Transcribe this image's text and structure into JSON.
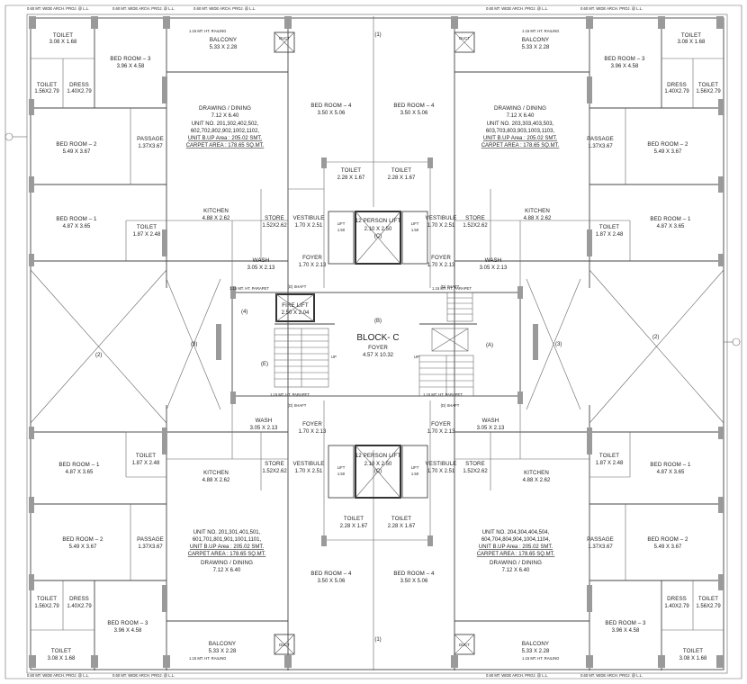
{
  "block": {
    "name": "BLOCK- C",
    "core_label": "FOYER",
    "core_dim": "4.57 X 10.32",
    "core_tag": "(B)"
  },
  "rooms_top_left": {
    "toilet_top": {
      "name": "TOILET",
      "dim": "3.08 X 1.68"
    },
    "bed3": {
      "name": "BED ROOM – 3",
      "dim": "3.96 X 4.58"
    },
    "toilet_side": {
      "name": "TOILET",
      "dim": "1.56X2.79"
    },
    "dress": {
      "name": "DRESS",
      "dim": "1.40X2.79"
    },
    "balcony": {
      "name": "BALCONY",
      "dim": "5.33 X 2.28"
    },
    "drawing": {
      "name": "DRAWING / DINING",
      "dim": "7.12 X 6.40"
    },
    "unit_no": "UNIT NO. 201,302,402,502,",
    "unit_no_2": "602,702,802,902,1002,1102,",
    "builtup": "UNIT B.UP Area : 205.02 SMT.",
    "carpet": "CARPET AREA : 178.65 SQ.MT.",
    "bed2": {
      "name": "BED ROOM – 2",
      "dim": "5.49 X 3.67"
    },
    "passage": {
      "name": "PASSAGE",
      "dim": "1.37X3.67"
    },
    "bed1": {
      "name": "BED ROOM – 1",
      "dim": "4.87 X 3.65"
    },
    "toilet_b1": {
      "name": "TOILET",
      "dim": "1.87 X 2.48"
    },
    "kitchen": {
      "name": "KITCHEN",
      "dim": "4.88 X 2.62"
    },
    "store": {
      "name": "STORE",
      "dim": "1.52X2.62"
    },
    "vestibule": {
      "name": "VESTIBULE",
      "dim": "1.70 X 2.51"
    },
    "wash": {
      "name": "WASH",
      "dim": "3.05 X 2.13"
    },
    "foyer": {
      "name": "FOYER",
      "dim": "1.70 X 2.13"
    },
    "bed4": {
      "name": "BED ROOM – 4",
      "dim": "3.50 X 5.06"
    },
    "toilet_b4": {
      "name": "TOILET",
      "dim": "2.28 X 1.67"
    },
    "duct": "DUCT"
  },
  "rooms_top_right": {
    "toilet_top": {
      "name": "TOILET",
      "dim": "3.08 X 1.68"
    },
    "bed3": {
      "name": "BED ROOM – 3",
      "dim": "3.96 X 4.58"
    },
    "toilet_side": {
      "name": "TOILET",
      "dim": "1.56X2.79"
    },
    "dress": {
      "name": "DRESS",
      "dim": "1.40X2.79"
    },
    "balcony": {
      "name": "BALCONY",
      "dim": "5.33 X 2.28"
    },
    "drawing": {
      "name": "DRAWING / DINING",
      "dim": "7.12 X 6.40"
    },
    "unit_no": "UNIT NO. 203,303,403,503,",
    "unit_no_2": "603,703,803,903,1003,1103,",
    "builtup": "UNIT B.UP Area : 205.02 SMT.",
    "carpet": "CARPET AREA : 178.65 SQ.MT.",
    "bed2": {
      "name": "BED ROOM – 2",
      "dim": "5.49 X 3.67"
    },
    "passage": {
      "name": "PASSAGE",
      "dim": "1.37X3.67"
    },
    "bed1": {
      "name": "BED ROOM – 1",
      "dim": "4.87 X 3.65"
    },
    "toilet_b1": {
      "name": "TOILET",
      "dim": "1.87 X 2.48"
    },
    "kitchen": {
      "name": "KITCHEN",
      "dim": "4.88 X 2.62"
    },
    "store": {
      "name": "STORE",
      "dim": "1.52X2.62"
    },
    "vestibule": {
      "name": "VESTIBULE",
      "dim": "1.70 X 2.51"
    },
    "wash": {
      "name": "WASH",
      "dim": "3.05 X 2.13"
    },
    "foyer": {
      "name": "FOYER",
      "dim": "1.70 X 2.13"
    },
    "bed4": {
      "name": "BED ROOM – 4",
      "dim": "3.50 X 5.06"
    },
    "toilet_b4": {
      "name": "TOILET",
      "dim": "2.28 X 1.67"
    },
    "duct": "DUCT"
  },
  "rooms_bottom_left": {
    "bed1": {
      "name": "BED ROOM – 1",
      "dim": "4.87 X 3.65"
    },
    "toilet_b1": {
      "name": "TOILET",
      "dim": "1.87 X 2.48"
    },
    "kitchen": {
      "name": "KITCHEN",
      "dim": "4.88 X 2.62"
    },
    "store": {
      "name": "STORE",
      "dim": "1.52X2.62"
    },
    "vestibule": {
      "name": "VESTIBULE",
      "dim": "1.70 X 2.51"
    },
    "wash": {
      "name": "WASH",
      "dim": "3.05 X 2.13"
    },
    "foyer": {
      "name": "FOYER",
      "dim": "1.70 X 2.13"
    },
    "unit_no": "UNIT NO. 201,301,401,501,",
    "unit_no_2": "601,701,801,901,1001,1101,",
    "builtup": "UNIT B.UP Area : 205.02 SMT.",
    "carpet": "CARPET AREA : 178.65 SQ.MT.",
    "drawing": {
      "name": "DRAWING / DINING",
      "dim": "7.12 X 6.40"
    },
    "bed2": {
      "name": "BED ROOM – 2",
      "dim": "5.49 X 3.67"
    },
    "passage": {
      "name": "PASSAGE",
      "dim": "1.37X3.67"
    },
    "toilet_side": {
      "name": "TOILET",
      "dim": "1.56X2.79"
    },
    "dress": {
      "name": "DRESS",
      "dim": "1.40X2.79"
    },
    "bed3": {
      "name": "BED ROOM – 3",
      "dim": "3.96 X 4.58"
    },
    "toilet_top": {
      "name": "TOILET",
      "dim": "3.08 X 1.68"
    },
    "balcony": {
      "name": "BALCONY",
      "dim": "5.33 X 2.28"
    },
    "bed4": {
      "name": "BED ROOM – 4",
      "dim": "3.50 X 5.06"
    },
    "toilet_b4": {
      "name": "TOILET",
      "dim": "2.28 X 1.67"
    },
    "duct": "DUCT"
  },
  "rooms_bottom_right": {
    "bed1": {
      "name": "BED ROOM – 1",
      "dim": "4.87 X 3.65"
    },
    "toilet_b1": {
      "name": "TOILET",
      "dim": "1.87 X 2.48"
    },
    "kitchen": {
      "name": "KITCHEN",
      "dim": "4.88 X 2.62"
    },
    "store": {
      "name": "STORE",
      "dim": "1.52X2.62"
    },
    "vestibule": {
      "name": "VESTIBULE",
      "dim": "1.70 X 2.51"
    },
    "wash": {
      "name": "WASH",
      "dim": "3.05 X 2.13"
    },
    "foyer": {
      "name": "FOYER",
      "dim": "1.70 X 2.13"
    },
    "unit_no": "UNIT NO. 204,304,404,504,",
    "unit_no_2": "604,704,804,904,1004,1104,",
    "builtup": "UNIT B.UP Area : 205.02 SMT.",
    "carpet": "CARPET AREA : 178.65 SQ.MT.",
    "drawing": {
      "name": "DRAWING / DINING",
      "dim": "7.12 X 6.40"
    },
    "bed2": {
      "name": "BED ROOM – 2",
      "dim": "5.49 X 3.67"
    },
    "passage": {
      "name": "PASSAGE",
      "dim": "1.37X3.67"
    },
    "toilet_side": {
      "name": "TOILET",
      "dim": "1.56X2.79"
    },
    "dress": {
      "name": "DRESS",
      "dim": "1.40X2.79"
    },
    "bed3": {
      "name": "BED ROOM – 3",
      "dim": "3.96 X 4.58"
    },
    "toilet_top": {
      "name": "TOILET",
      "dim": "3.08 X 1.68"
    },
    "balcony": {
      "name": "BALCONY",
      "dim": "5.33 X 2.28"
    },
    "bed4": {
      "name": "BED ROOM – 4",
      "dim": "3.50 X 5.06"
    },
    "toilet_b4": {
      "name": "TOILET",
      "dim": "2.28 X 1.67"
    },
    "duct": "DUCT"
  },
  "core": {
    "lift_top": {
      "name": "12 PERSON LIFT",
      "dim": "2.10 X 2.50",
      "tag": "(C)"
    },
    "lift_bottom": {
      "name": "12 PERSON LIFT",
      "dim": "2.10 X 2.50",
      "tag": "(C)"
    },
    "fire_lift": {
      "name": "FIRE LIFT",
      "dim": "2.50 X 2.04"
    },
    "lift_small_label": "LIFT",
    "lift_small_dim": "1.50",
    "shaft": "(D) SHAFT",
    "stair_up": "UP",
    "stair_tag_a": "(A)",
    "stair_tag_e": "(E)",
    "tag_1": "(1)",
    "tag_2": "(2)",
    "tag_3": "(3)",
    "tag_4": "(4)",
    "parapet": "1.15 MT. HT. PARAPET",
    "edge_note": "0.60 MT. WIDE ARCH. PROJ. @ L.L.",
    "railing_note": "1.15 MT. HT. RAILING"
  }
}
